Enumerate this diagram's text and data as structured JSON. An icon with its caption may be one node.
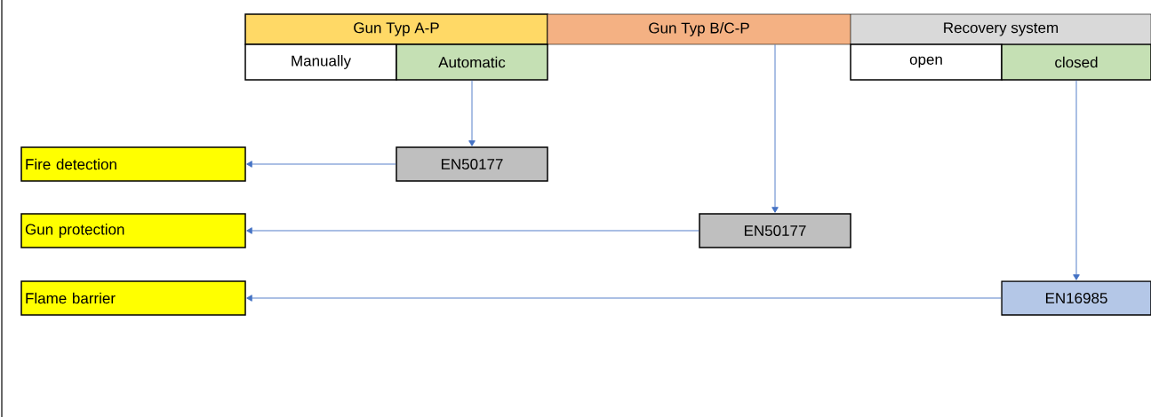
{
  "diagram": {
    "nodes": [
      {
        "text": [
          "Gun Typ A-P"
        ]
      },
      {
        "text": [
          "Gun Typ B/C-P"
        ]
      },
      {
        "text": [
          "Recovery system"
        ]
      },
      {
        "text": [
          "Manually"
        ]
      },
      {
        "text": [
          "Automatic"
        ]
      },
      {
        "text": [
          "open"
        ]
      },
      {
        "text": [
          "closed"
        ]
      },
      {
        "text": [
          "Fire detection"
        ]
      },
      {
        "text": [
          "EN50177"
        ]
      },
      {
        "text": [
          "Gun protection"
        ]
      },
      {
        "text": [
          "EN50177"
        ]
      },
      {
        "text": [
          "Flame barrier"
        ]
      },
      {
        "text": [
          "EN16985"
        ]
      }
    ],
    "edges": [
      {
        "from": 4,
        "to": 8,
        "arrow": "to"
      },
      {
        "from": 8,
        "to": 7,
        "arrow": "to"
      },
      {
        "from": 1,
        "to": 10,
        "arrow": "to"
      },
      {
        "from": 10,
        "to": 9,
        "arrow": "to"
      },
      {
        "from": 6,
        "to": 12,
        "arrow": "to"
      },
      {
        "from": 12,
        "to": 11,
        "arrow": "to"
      }
    ]
  }
}
